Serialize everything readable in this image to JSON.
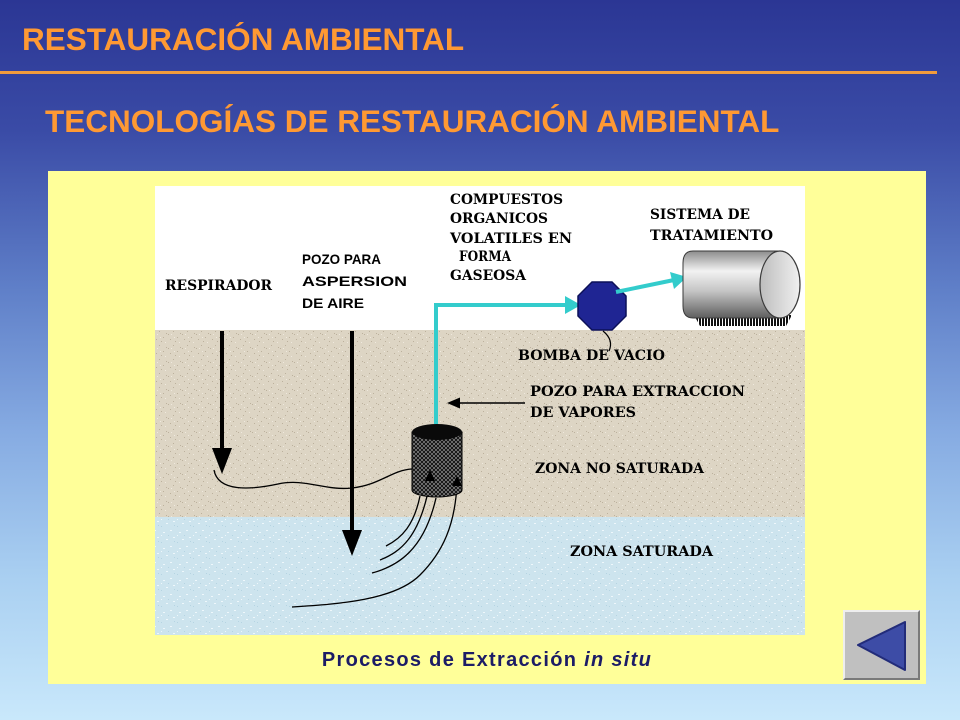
{
  "slide": {
    "title": "RESTAURACIÓN AMBIENTAL",
    "subtitle": "TECNOLOGÍAS DE RESTAURACIÓN AMBIENTAL"
  },
  "diagram": {
    "compuestos_label": [
      "COMPUESTOS",
      "ORGANICOS",
      "VOLATILES EN",
      "FORMA",
      "GASEOSA"
    ],
    "sistema_label": [
      "SISTEMA DE",
      "TRATAMIENTO"
    ],
    "respirador_label": "RESPIRADOR",
    "pozo_aspersion_label": [
      "POZO PARA",
      "ASPERSION",
      "DE AIRE"
    ],
    "bomba_label": "BOMBA DE VACIO",
    "pozo_extraccion_label": [
      "POZO PARA EXTRACCION",
      "DE VAPORES"
    ],
    "zona_no_saturada_label": "ZONA NO SATURADA",
    "zona_saturada_label": "ZONA SATURADA"
  },
  "caption": {
    "text": "Procesos de Extracción",
    "italic": "in situ"
  },
  "nav": {
    "back_icon": "triangle-left-icon"
  },
  "colors": {
    "title": "#ff9933",
    "rule": "#f29b3c",
    "panel": "#ffff99",
    "caption": "#1c1c66",
    "pipe": "#33cccc",
    "pump": "#1f2593",
    "button": "#c0c0c0",
    "triangle": "#3d4ca6"
  }
}
